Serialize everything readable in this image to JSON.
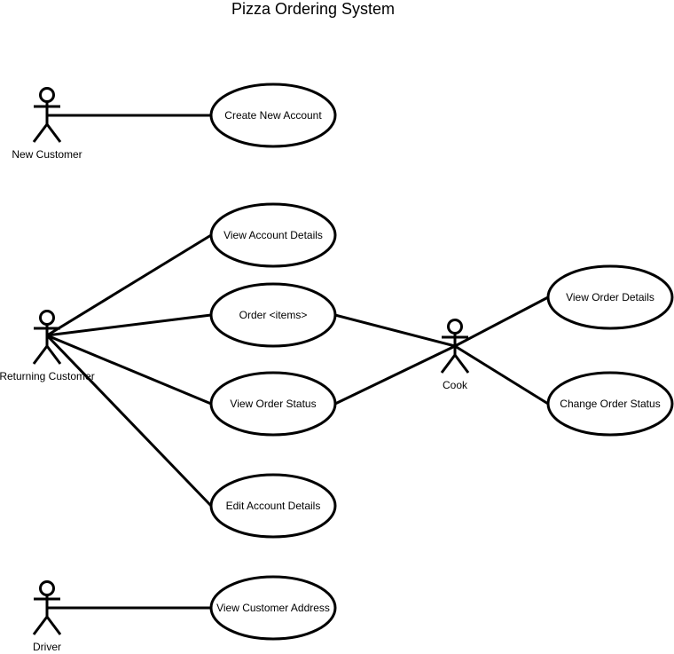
{
  "title": "Pizza Ordering System",
  "actors": [
    {
      "id": "new-customer",
      "label": "New Customer"
    },
    {
      "id": "returning-customer",
      "label": "Returning Customer"
    },
    {
      "id": "cook",
      "label": "Cook"
    },
    {
      "id": "driver",
      "label": "Driver"
    }
  ],
  "use_cases": [
    {
      "id": "create-new-account",
      "label": "Create New Account"
    },
    {
      "id": "view-account-details",
      "label": "View Account Details"
    },
    {
      "id": "order-items",
      "label": "Order <items>"
    },
    {
      "id": "view-order-status",
      "label": "View Order Status"
    },
    {
      "id": "edit-account-details",
      "label": "Edit Account Details"
    },
    {
      "id": "view-customer-address",
      "label": "View Customer Address"
    },
    {
      "id": "view-order-details",
      "label": "View Order Details"
    },
    {
      "id": "change-order-status",
      "label": "Change Order Status"
    }
  ],
  "associations": [
    {
      "from": "new-customer",
      "to": "create-new-account"
    },
    {
      "from": "returning-customer",
      "to": "view-account-details"
    },
    {
      "from": "returning-customer",
      "to": "order-items"
    },
    {
      "from": "returning-customer",
      "to": "view-order-status"
    },
    {
      "from": "returning-customer",
      "to": "edit-account-details"
    },
    {
      "from": "cook",
      "to": "order-items"
    },
    {
      "from": "cook",
      "to": "view-order-status"
    },
    {
      "from": "cook",
      "to": "view-order-details"
    },
    {
      "from": "cook",
      "to": "change-order-status"
    },
    {
      "from": "driver",
      "to": "view-customer-address"
    }
  ]
}
